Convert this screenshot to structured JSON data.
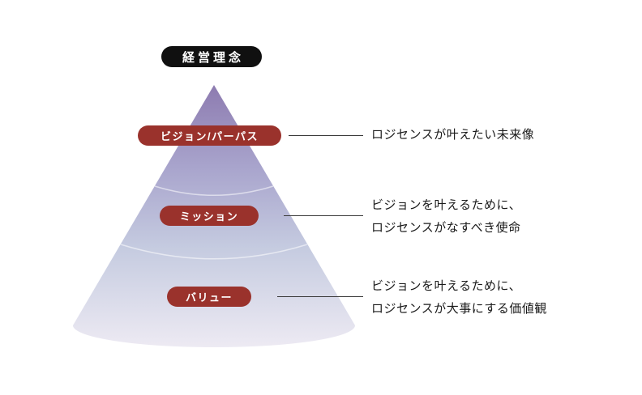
{
  "diagram": {
    "title_badge": "経営理念",
    "levels": [
      {
        "label": "ビジョン/パーパス",
        "description_lines": [
          "ロジセンスが叶えたい未来像"
        ]
      },
      {
        "label": "ミッション",
        "description_lines": [
          "ビジョンを叶えるために、",
          "ロジセンスがなすべき使命"
        ]
      },
      {
        "label": "バリュー",
        "description_lines": [
          "ビジョンを叶えるために、",
          "ロジセンスが大事にする価値観"
        ]
      }
    ],
    "colors": {
      "badge_bg": "#101010",
      "badge_text": "#ffffff",
      "level_pill_bg": "#9a322c",
      "level_pill_text": "#ffffff",
      "cone_top": "#8d7bb0",
      "cone_upper_mid": "#a9a5cd",
      "cone_lower_mid": "#c5cbe0",
      "cone_bottom": "#edeaf3",
      "connector_line": "#3a3a3a",
      "description_text": "#1a1a1a",
      "background": "#ffffff"
    }
  }
}
